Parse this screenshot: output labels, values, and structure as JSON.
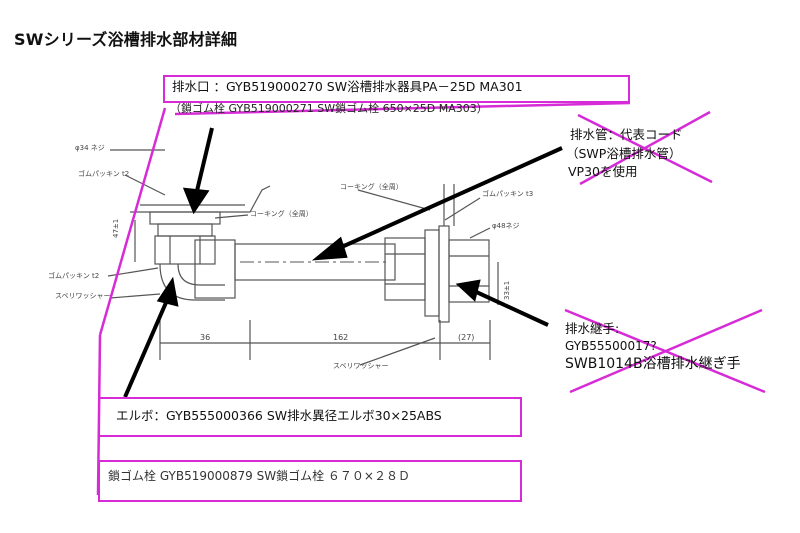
{
  "title": "SWシリーズ浴槽排水部材詳細",
  "callouts": {
    "drain_outlet": {
      "line1": "排水口 ：GYB519000270  SW浴槽排水器具PA－25D  MA301",
      "line2": "（鎖ゴム栓 GYB519000271  SW鎖ゴム栓  650×25D  MA303）"
    },
    "drain_pipe": {
      "line1": "排水管：代表コード",
      "line2": "（SWP浴槽排水管）",
      "line3": "VP30を使用"
    },
    "drain_joint": {
      "line1": "排水継手:",
      "line2": "GYB55500017?",
      "line3": "SWB1014B浴槽排水継ぎ手"
    },
    "elbow": {
      "text": "エルボ：GYB555000366  SW排水異径エルボ30×25ABS"
    },
    "chain_plug": {
      "text": "鎖ゴム栓   GYB519000879  SW鎖ゴム栓   ６７０×２８Ｄ"
    }
  },
  "drawing_labels": {
    "phi34": "φ34 ネジ",
    "gasket_t2_top": "ゴムパッキン t2",
    "dim_47": "47±1",
    "coking_left": "コーキング（全周）",
    "coking_right": "コーキング（全周）",
    "gasket_t2_mid": "ゴムパッキン t2",
    "slip_washer_left": "スベリワッシャー",
    "gasket_t3": "ゴムパッキン t3",
    "phi48": "φ48ネジ",
    "dim_33": "33±1",
    "dim_36": "36",
    "dim_162": "162",
    "dim_27": "(27)",
    "slip_washer_bottom": "スベリワッシャー"
  },
  "colors": {
    "accent": "#d62bd6",
    "ink": "#111111"
  }
}
